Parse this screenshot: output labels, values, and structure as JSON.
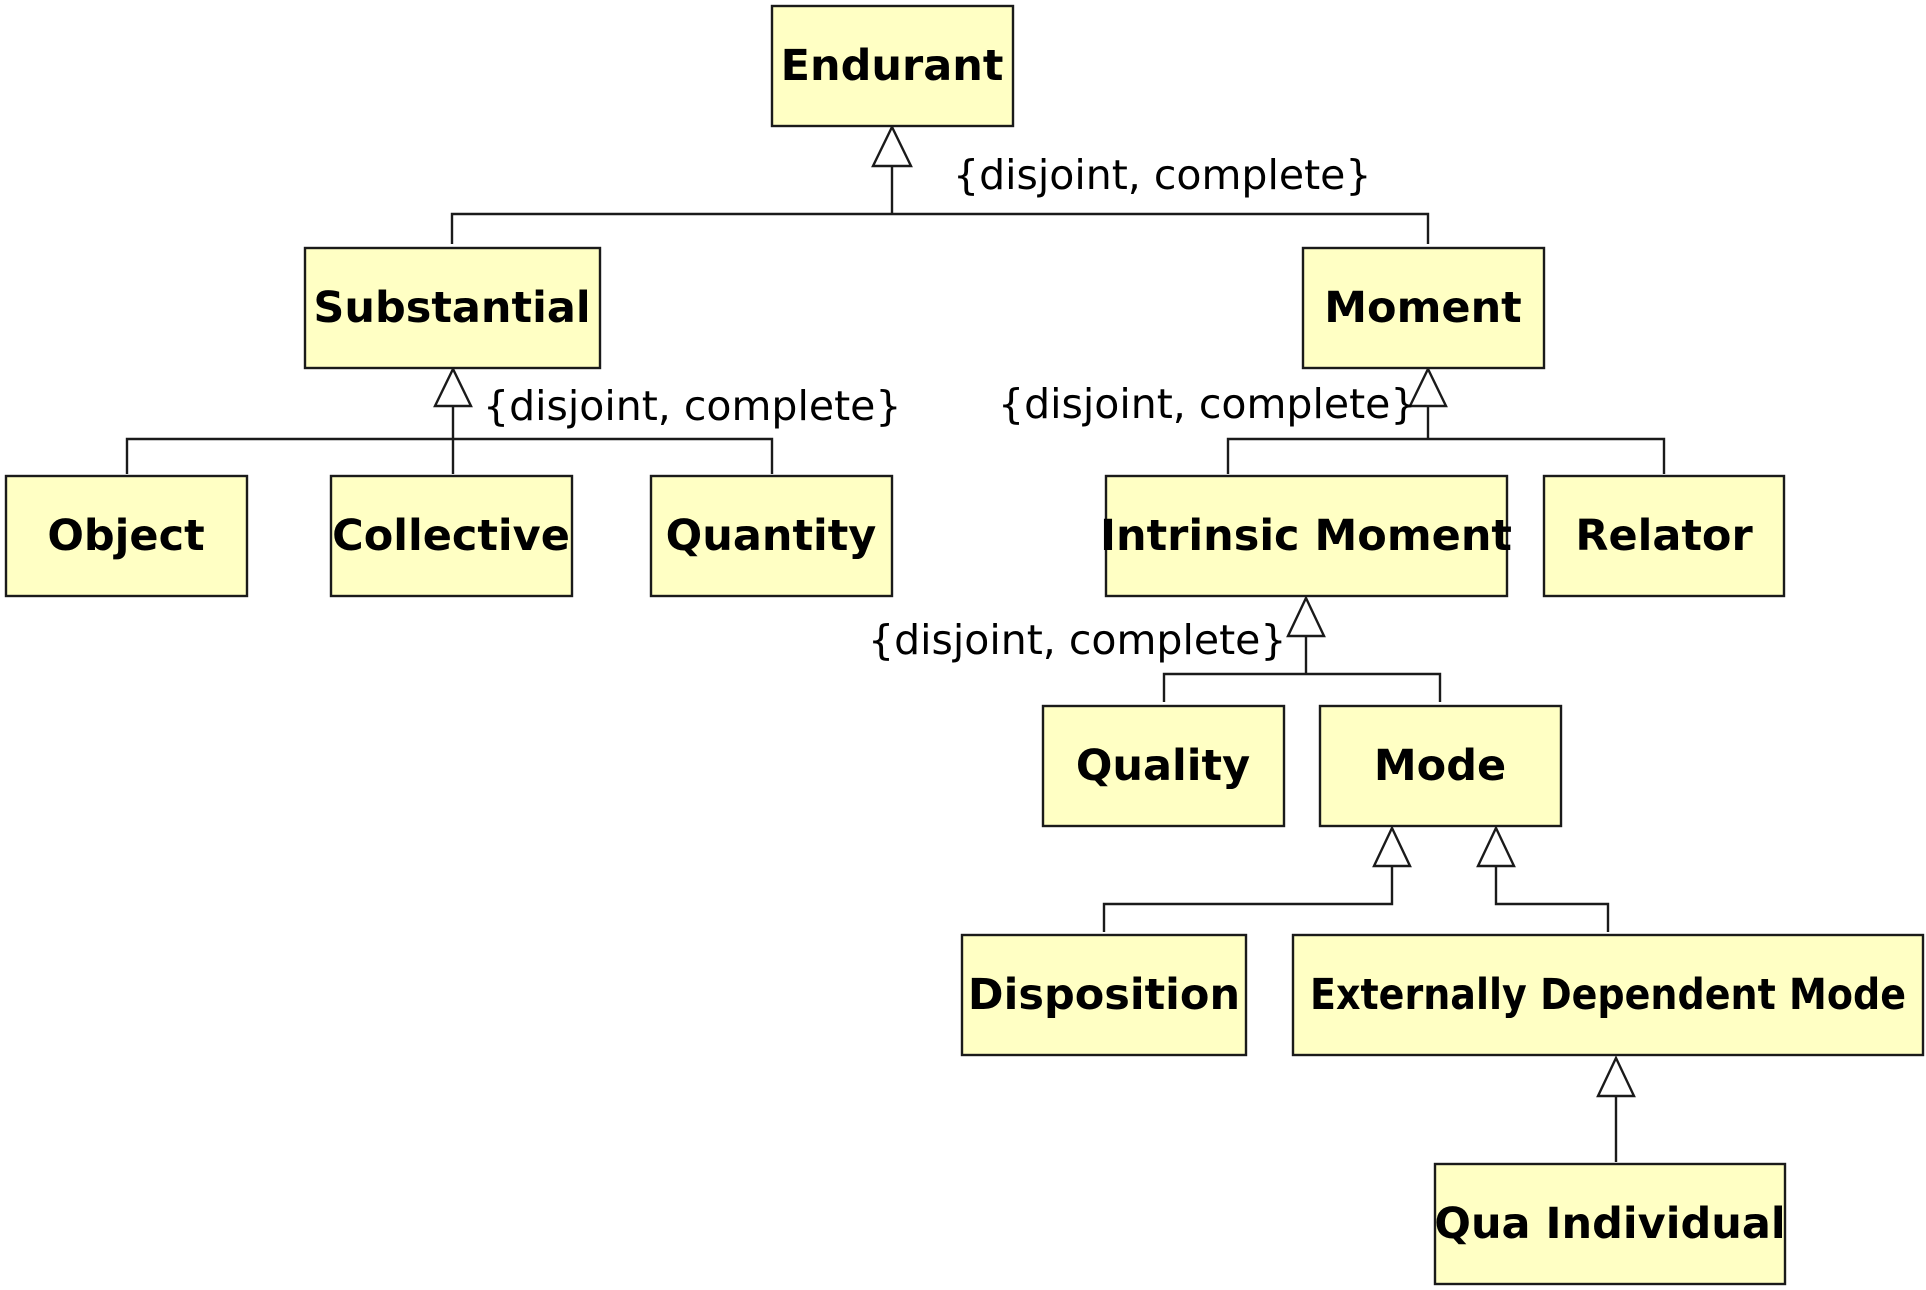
{
  "classes": {
    "endurant": "Endurant",
    "substantial": "Substantial",
    "moment": "Moment",
    "object": "Object",
    "collective": "Collective",
    "quantity": "Quantity",
    "intrinsic_moment": "Intrinsic Moment",
    "relator": "Relator",
    "quality": "Quality",
    "mode": "Mode",
    "disposition": "Disposition",
    "externally_dependent_mode": "Externally Dependent Mode",
    "qua_individual": "Qua Individual"
  },
  "constraints": {
    "endurant_set": "{disjoint, complete}",
    "substantial_set": "{disjoint, complete}",
    "moment_set": "{disjoint, complete}",
    "intrinsic_moment_set": "{disjoint, complete}"
  }
}
